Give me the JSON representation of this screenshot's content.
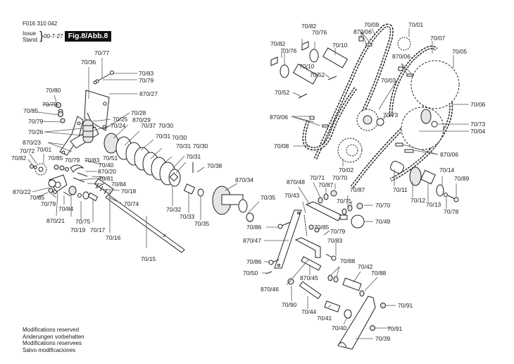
{
  "header": {
    "doc_number": "F016 310 042",
    "issue_label": "Issue",
    "stand_label": "Stand",
    "issue_date": "00-7-27",
    "figure_title": "Fig.8/Abb.8"
  },
  "footer_notes": [
    "Modifications reserved",
    "Anderungen vorbehalten",
    "Modifications reservees",
    "Salvo modificaciones"
  ],
  "callouts": [
    {
      "id": "70/77"
    },
    {
      "id": "70/36"
    },
    {
      "id": "70/83"
    },
    {
      "id": "70/79"
    },
    {
      "id": "870/27"
    },
    {
      "id": "70/80"
    },
    {
      "id": "70/79"
    },
    {
      "id": "70/85"
    },
    {
      "id": "70/79"
    },
    {
      "id": "70/28"
    },
    {
      "id": "70/25"
    },
    {
      "id": "870/29"
    },
    {
      "id": "70/24"
    },
    {
      "id": "70/26"
    },
    {
      "id": "70/37"
    },
    {
      "id": "70/30"
    },
    {
      "id": "70/31"
    },
    {
      "id": "70/30"
    },
    {
      "id": "870/23"
    },
    {
      "id": "70/31"
    },
    {
      "id": "70/30"
    },
    {
      "id": "70/72"
    },
    {
      "id": "70/01"
    },
    {
      "id": "70/85"
    },
    {
      "id": "70/79"
    },
    {
      "id": "70/83"
    },
    {
      "id": "70/51"
    },
    {
      "id": "70/31"
    },
    {
      "id": "70/82"
    },
    {
      "id": "70/40"
    },
    {
      "id": "870/20"
    },
    {
      "id": "70/38"
    },
    {
      "id": "70/81"
    },
    {
      "id": "70/84"
    },
    {
      "id": "870/22"
    },
    {
      "id": "70/18"
    },
    {
      "id": "70/85"
    },
    {
      "id": "70/79"
    },
    {
      "id": "70/74"
    },
    {
      "id": "70/84"
    },
    {
      "id": "70/32"
    },
    {
      "id": "870/21"
    },
    {
      "id": "70/75"
    },
    {
      "id": "70/33"
    },
    {
      "id": "70/19"
    },
    {
      "id": "70/17"
    },
    {
      "id": "70/35"
    },
    {
      "id": "70/16"
    },
    {
      "id": "70/15"
    },
    {
      "id": "870/34"
    },
    {
      "id": "70/35"
    },
    {
      "id": "70/82"
    },
    {
      "id": "70/76"
    },
    {
      "id": "70/82"
    },
    {
      "id": "70/76"
    },
    {
      "id": "70/10"
    },
    {
      "id": "70/10"
    },
    {
      "id": "70/52"
    },
    {
      "id": "70/52"
    },
    {
      "id": "70/09"
    },
    {
      "id": "870/06"
    },
    {
      "id": "70/01"
    },
    {
      "id": "70/07"
    },
    {
      "id": "870/06"
    },
    {
      "id": "70/05"
    },
    {
      "id": "70/03"
    },
    {
      "id": "70/06"
    },
    {
      "id": "70/73"
    },
    {
      "id": "70/73"
    },
    {
      "id": "70/04"
    },
    {
      "id": "870/06"
    },
    {
      "id": "70/08"
    },
    {
      "id": "70/02"
    },
    {
      "id": "870/06"
    },
    {
      "id": "70/14"
    },
    {
      "id": "70/89"
    },
    {
      "id": "70/11"
    },
    {
      "id": "70/12"
    },
    {
      "id": "70/13"
    },
    {
      "id": "70/78"
    },
    {
      "id": "870/48"
    },
    {
      "id": "70/71"
    },
    {
      "id": "70/70"
    },
    {
      "id": "70/87"
    },
    {
      "id": "70/87"
    },
    {
      "id": "70/43"
    },
    {
      "id": "70/71"
    },
    {
      "id": "70/70"
    },
    {
      "id": "70/49"
    },
    {
      "id": "70/86"
    },
    {
      "id": "70/85"
    },
    {
      "id": "70/79"
    },
    {
      "id": "870/47"
    },
    {
      "id": "70/83"
    },
    {
      "id": "70/86"
    },
    {
      "id": "70/88"
    },
    {
      "id": "70/50"
    },
    {
      "id": "870/45"
    },
    {
      "id": "70/42"
    },
    {
      "id": "70/88"
    },
    {
      "id": "870/46"
    },
    {
      "id": "70/90"
    },
    {
      "id": "70/91"
    },
    {
      "id": "70/44"
    },
    {
      "id": "70/41"
    },
    {
      "id": "70/40"
    },
    {
      "id": "70/91"
    },
    {
      "id": "70/39"
    }
  ]
}
